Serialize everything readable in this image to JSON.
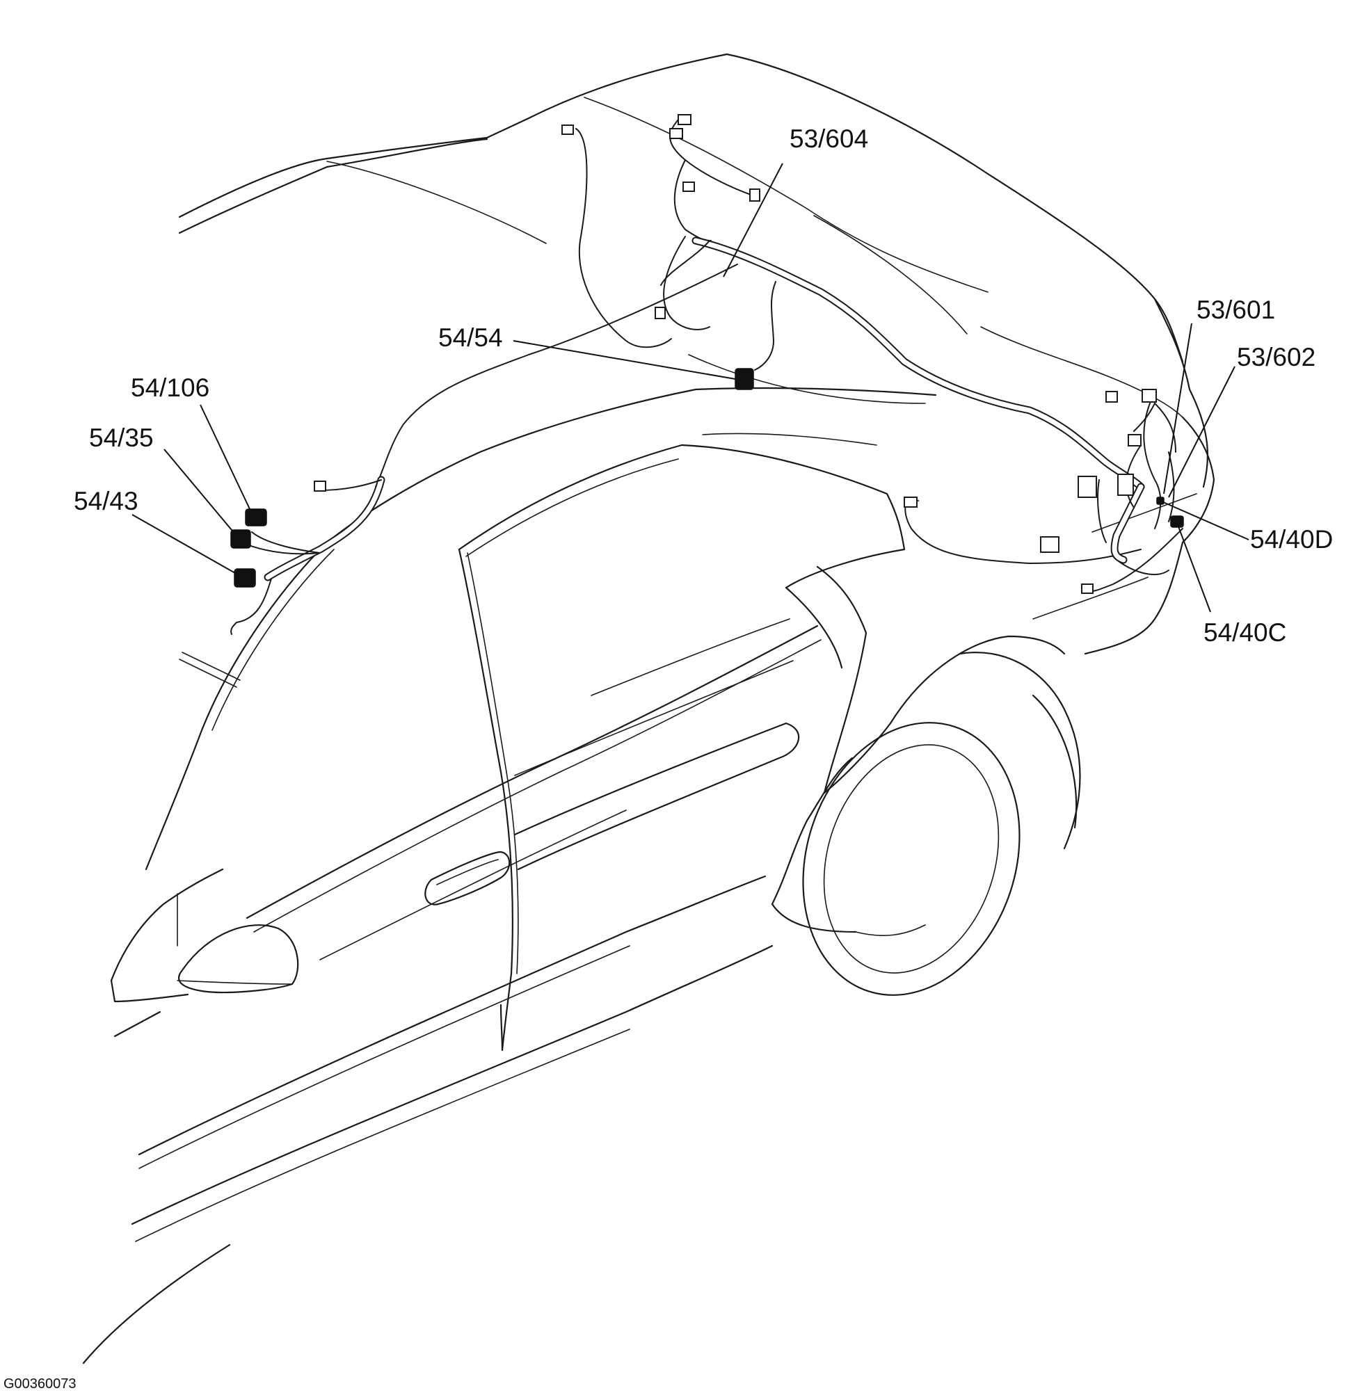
{
  "diagram": {
    "labels": {
      "l_53_604": "53/604",
      "l_54_54": "54/54",
      "l_54_106": "54/106",
      "l_54_35": "54/35",
      "l_54_43": "54/43",
      "l_53_601": "53/601",
      "l_53_602": "53/602",
      "l_54_40D": "54/40D",
      "l_54_40C": "54/40C"
    },
    "figure_code": "G00360073"
  }
}
